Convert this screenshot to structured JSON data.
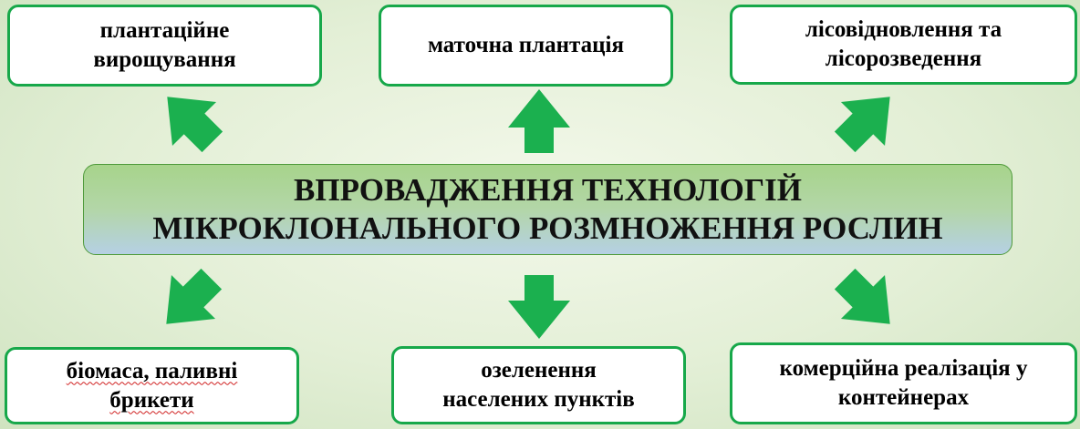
{
  "center": {
    "line1": "ВПРОВАДЖЕННЯ ТЕХНОЛОГІЙ",
    "line2": "МІКРОКЛОНАЛЬНОГО РОЗМНОЖЕННЯ РОСЛИН"
  },
  "top_boxes": [
    {
      "line1": "плантаційне",
      "line2": "вирощування"
    },
    {
      "line1": "маточна плантація"
    },
    {
      "line1": "лісовідновлення та",
      "line2": "лісорозведення"
    }
  ],
  "bottom_boxes": [
    {
      "line1": "біомаса, паливні",
      "line2": "брикети"
    },
    {
      "line1": "озеленення",
      "line2": "населених пунктів"
    },
    {
      "line1": "комерційна реалізація у",
      "line2": "контейнерах"
    }
  ],
  "colors": {
    "box_border": "#17a84a",
    "arrow": "#1bb04f",
    "center_top": "#a7d48b",
    "center_bottom": "#b5d0e4"
  }
}
